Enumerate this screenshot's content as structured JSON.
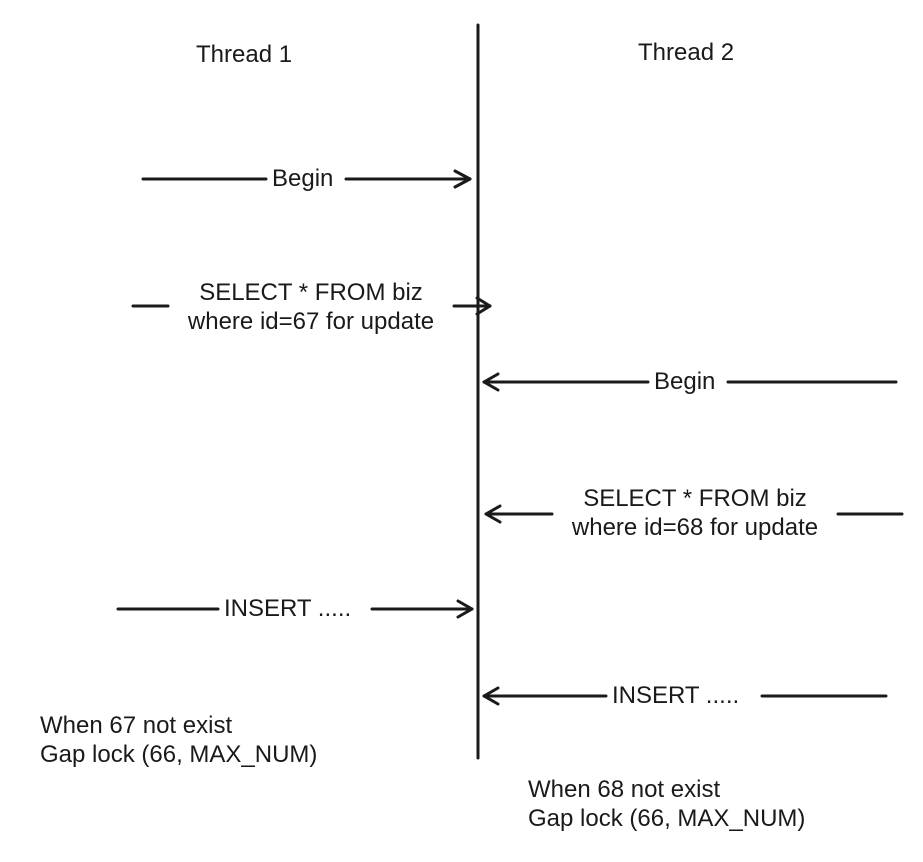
{
  "threads": {
    "left": "Thread 1",
    "right": "Thread 2"
  },
  "thread1": {
    "begin": "Begin",
    "select_line1": "SELECT * FROM biz",
    "select_line2": "where id=67 for update",
    "insert": "INSERT .....",
    "note_line1": "When 67 not exist",
    "note_line2": "Gap lock (66, MAX_NUM)"
  },
  "thread2": {
    "begin": "Begin",
    "select_line1": "SELECT * FROM biz",
    "select_line2": "where id=68 for update",
    "insert": "INSERT .....",
    "note_line1": "When 68 not exist",
    "note_line2": "Gap lock (66, MAX_NUM)"
  }
}
